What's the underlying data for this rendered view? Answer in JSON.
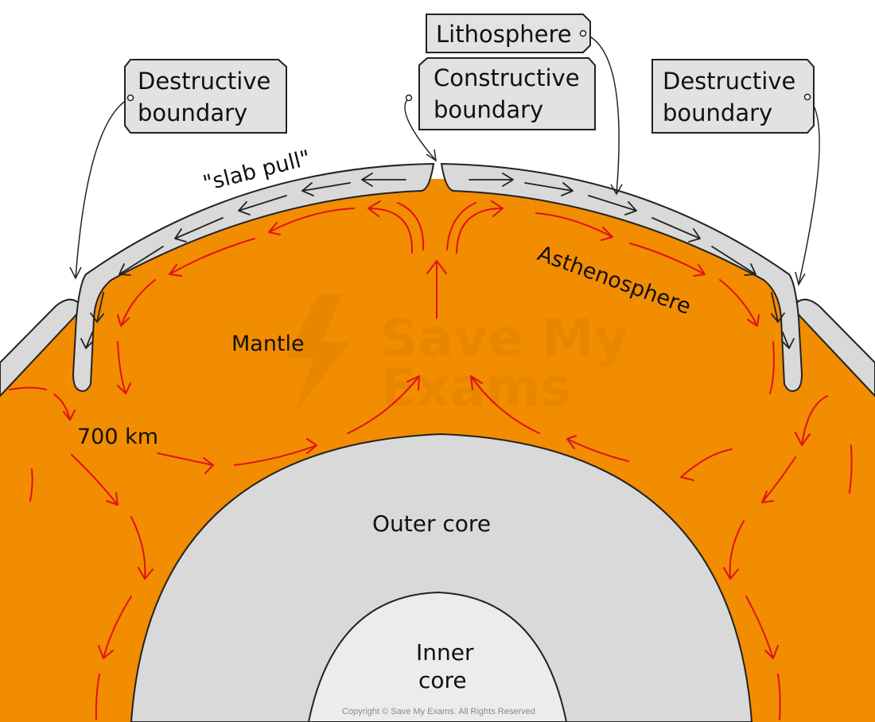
{
  "labels": {
    "lithosphere": "Lithosphere",
    "constructive_line1": "Constructive",
    "constructive_line2": "boundary",
    "destructive_left_line1": "Destructive",
    "destructive_left_line2": "boundary",
    "destructive_right_line1": "Destructive",
    "destructive_right_line2": "boundary",
    "slab_pull": "\"slab pull\"",
    "asthenosphere": "Asthenosphere",
    "mantle": "Mantle",
    "depth": "700 km",
    "outer_core": "Outer core",
    "inner_core_line1": "Inner",
    "inner_core_line2": "core",
    "watermark_line1": "Save My",
    "watermark_line2": "Exams",
    "copyright": "Copyright © Save My Exams. All Rights Reserved"
  },
  "colors": {
    "mantle": "#f28c00",
    "crust": "#d9d9d9",
    "outer_core": "#d9d9d9",
    "inner_core": "#ececec",
    "convection_arrows": "#e0111b",
    "label_boxes": "#e2e2e2",
    "outline": "#222222"
  }
}
